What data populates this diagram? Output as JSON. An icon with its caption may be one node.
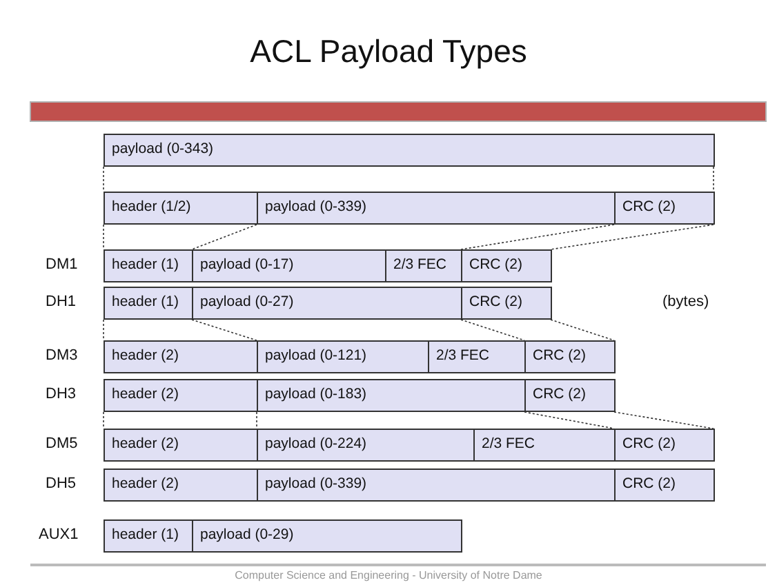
{
  "diagram": {
    "title": "ACL Payload Types",
    "nodes": [
      {
        "text": [
          "payload (0-343)"
        ]
      },
      {
        "text": [
          "header (1/2)"
        ]
      },
      {
        "text": [
          "payload (0-339)"
        ]
      },
      {
        "text": [
          "CRC (2)"
        ]
      },
      {
        "text": [
          "header (1)"
        ]
      },
      {
        "text": [
          "payload (0-17)"
        ]
      },
      {
        "text": [
          "2/3 FEC"
        ]
      },
      {
        "text": [
          "CRC (2)"
        ]
      },
      {
        "text": [
          "header (1)"
        ]
      },
      {
        "text": [
          "payload (0-27)"
        ]
      },
      {
        "text": [
          "CRC (2)"
        ]
      },
      {
        "text": [
          "header (2)"
        ]
      },
      {
        "text": [
          "payload (0-121)"
        ]
      },
      {
        "text": [
          "2/3 FEC"
        ]
      },
      {
        "text": [
          "CRC (2)"
        ]
      },
      {
        "text": [
          "header (2)"
        ]
      },
      {
        "text": [
          "payload (0-183)"
        ]
      },
      {
        "text": [
          "CRC (2)"
        ]
      },
      {
        "text": [
          "header (2)"
        ]
      },
      {
        "text": [
          "payload (0-224)"
        ]
      },
      {
        "text": [
          "2/3 FEC"
        ]
      },
      {
        "text": [
          "CRC (2)"
        ]
      },
      {
        "text": [
          "header (2)"
        ]
      },
      {
        "text": [
          "payload (0-339)"
        ]
      },
      {
        "text": [
          "CRC (2)"
        ]
      },
      {
        "text": [
          "header (1)"
        ]
      },
      {
        "text": [
          "payload (0-29)"
        ]
      }
    ],
    "edges": [
      {
        "from": 0,
        "to": 1,
        "arrow": "none",
        "style": "dashed"
      },
      {
        "from": 0,
        "to": 3,
        "arrow": "none",
        "style": "dashed"
      },
      {
        "from": 1,
        "to": 4,
        "arrow": "none",
        "style": "dashed"
      },
      {
        "from": 1,
        "to": 4,
        "arrow": "none",
        "style": "dashed"
      },
      {
        "from": 3,
        "to": 6,
        "arrow": "none",
        "style": "dashed"
      },
      {
        "from": 3,
        "to": 7,
        "arrow": "none",
        "style": "dashed"
      },
      {
        "from": 8,
        "to": 11,
        "arrow": "none",
        "style": "dashed"
      },
      {
        "from": 8,
        "to": 11,
        "arrow": "none",
        "style": "dashed"
      },
      {
        "from": 10,
        "to": 14,
        "arrow": "none",
        "style": "dashed"
      },
      {
        "from": 10,
        "to": 14,
        "arrow": "none",
        "style": "dashed"
      },
      {
        "from": 15,
        "to": 18,
        "arrow": "none",
        "style": "dashed"
      },
      {
        "from": 15,
        "to": 18,
        "arrow": "none",
        "style": "dashed"
      },
      {
        "from": 17,
        "to": 21,
        "arrow": "none",
        "style": "dashed"
      },
      {
        "from": 17,
        "to": 21,
        "arrow": "none",
        "style": "dashed"
      }
    ],
    "labels": [
      "DM1",
      "DH1",
      "(bytes)",
      "DM3",
      "DH3",
      "DM5",
      "DH5",
      "AUX1"
    ],
    "caption": "Computer Science and Engineering - University of Notre Dame"
  }
}
